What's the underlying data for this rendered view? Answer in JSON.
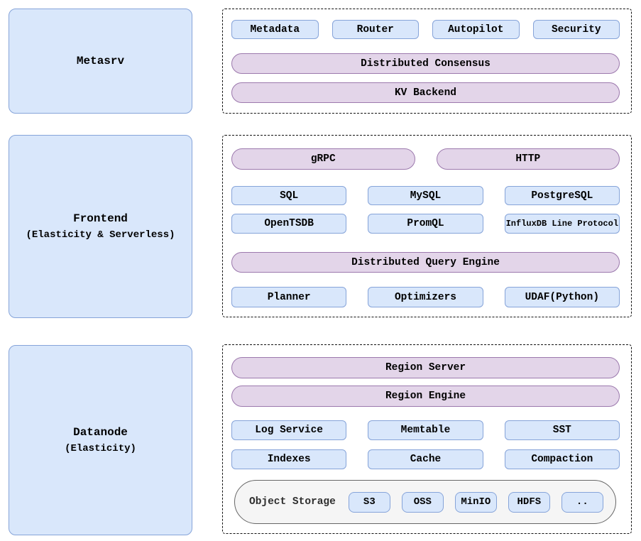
{
  "colors": {
    "blue_fill": "#d9e7fb",
    "blue_border": "#86a4d9",
    "purple_fill": "#e3d5e9",
    "purple_border": "#9c79ad",
    "gray_fill": "#f5f5f5",
    "gray_border": "#666666",
    "text": "#000000"
  },
  "nodes": {
    "metasrv": {
      "title": "Metasrv"
    },
    "frontend": {
      "title": "Frontend",
      "subtitle": "(Elasticity & Serverless)"
    },
    "datanode": {
      "title": "Datanode",
      "subtitle": "(Elasticity)"
    }
  },
  "metasrv_panel": {
    "components": [
      "Metadata",
      "Router",
      "Autopilot",
      "Security"
    ],
    "consensus": "Distributed Consensus",
    "kv_backend": "KV Backend"
  },
  "frontend_panel": {
    "grpc": "gRPC",
    "http": "HTTP",
    "protocols_row1": [
      "SQL",
      "MySQL",
      "PostgreSQL"
    ],
    "protocols_row2": [
      "OpenTSDB",
      "PromQL",
      "InfluxDB Line Protocol"
    ],
    "query_engine": "Distributed Query Engine",
    "engine_parts": [
      "Planner",
      "Optimizers",
      "UDAF(Python)"
    ]
  },
  "datanode_panel": {
    "region_server": "Region Server",
    "region_engine": "Region Engine",
    "components_row1": [
      "Log Service",
      "Memtable",
      "SST"
    ],
    "components_row2": [
      "Indexes",
      "Cache",
      "Compaction"
    ],
    "object_storage": {
      "label": "Object Storage",
      "providers": [
        "S3",
        "OSS",
        "MinIO",
        "HDFS",
        ".."
      ]
    }
  }
}
